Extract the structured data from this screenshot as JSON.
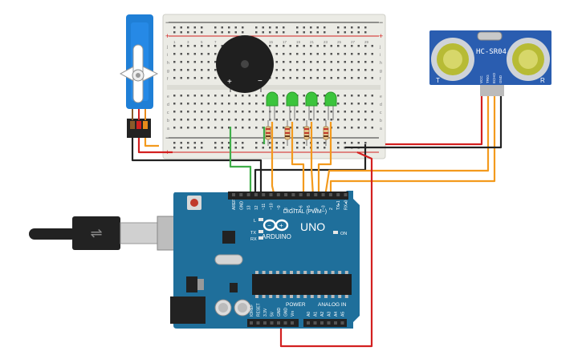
{
  "breadboard": {
    "row_letters": [
      "j",
      "i",
      "h",
      "g",
      "f",
      "e",
      "d",
      "c",
      "b",
      "a"
    ],
    "column_numbers": [
      "1",
      "3",
      "5",
      "7",
      "9",
      "11",
      "13",
      "15",
      "17",
      "19",
      "21",
      "23",
      "25",
      "27",
      "29"
    ]
  },
  "buzzer": {
    "plus_label": "+",
    "minus_label": "−"
  },
  "sensor": {
    "model": "HC-SR04",
    "pins": [
      "VCC",
      "TRIG",
      "ECHO",
      "GND"
    ],
    "left_mark": "T",
    "right_mark": "R"
  },
  "arduino": {
    "brand": "ARDUINO",
    "model": "UNO",
    "digital_header": "DIGITAL (PWM~)",
    "top_pins": [
      "AREF",
      "GND",
      "13",
      "12",
      "~11",
      "~10",
      "~9",
      "8",
      "7",
      "~6",
      "~5",
      "4",
      "~3",
      "2",
      "TX▸1",
      "RX◂0"
    ],
    "power_header": "POWER",
    "analog_header": "ANALOG IN",
    "power_pins": [
      "IOREF",
      "RESET",
      "3.3V",
      "5V",
      "GND",
      "GND",
      "Vin"
    ],
    "analog_pins": [
      "A0",
      "A1",
      "A2",
      "A3",
      "A4",
      "A5"
    ],
    "led_l": "L",
    "led_tx": "TX",
    "led_rx": "RX",
    "led_on": "ON"
  },
  "colors": {
    "arduino_blue": "#1f6f9b",
    "breadboard": "#ebebe5",
    "wire_orange": "#f39a1d",
    "wire_green": "#3fae49",
    "wire_red": "#d32020",
    "wire_black": "#222222",
    "led_green": "#3cc43c",
    "servo_blue": "#1f7fd6"
  }
}
